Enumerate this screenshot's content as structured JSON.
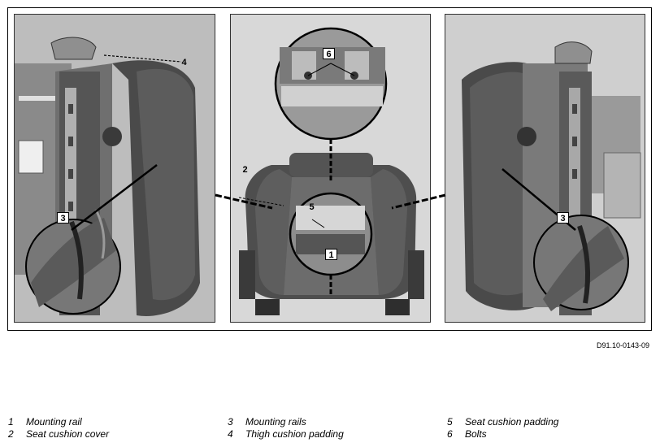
{
  "figure": {
    "callouts": {
      "c1": "1",
      "c2": "2",
      "c3a": "3",
      "c3b": "3",
      "c4": "4",
      "c5": "5",
      "c6": "6"
    }
  },
  "reference_code": "D91.10-0143-09",
  "legend": {
    "col1": [
      {
        "num": "1",
        "text": "Mounting rail"
      },
      {
        "num": "2",
        "text": "Seat cushion cover"
      }
    ],
    "col2": [
      {
        "num": "3",
        "text": "Mounting rails"
      },
      {
        "num": "4",
        "text": "Thigh cushion padding"
      }
    ],
    "col3": [
      {
        "num": "5",
        "text": "Seat cushion padding"
      },
      {
        "num": "6",
        "text": "Bolts"
      }
    ]
  }
}
